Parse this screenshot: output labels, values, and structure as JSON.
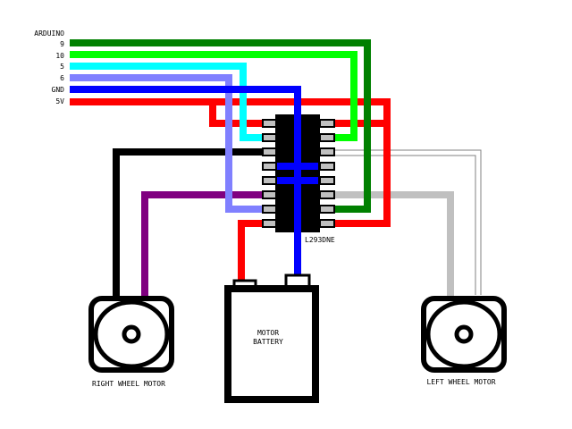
{
  "legend": {
    "title": "ARDUINO",
    "pins": [
      {
        "label": "9",
        "color": "#008000"
      },
      {
        "label": "10",
        "color": "#00ff00"
      },
      {
        "label": "5",
        "color": "#00ffff"
      },
      {
        "label": "6",
        "color": "#8080ff"
      },
      {
        "label": "GND",
        "color": "#0000ff"
      },
      {
        "label": "5V",
        "color": "#ff0000"
      }
    ]
  },
  "chip": {
    "label": "L293DNE",
    "pins_per_side": 8
  },
  "battery": {
    "line1": "MOTOR",
    "line2": "BATTERY"
  },
  "motors": {
    "right": {
      "label": "RIGHT WHEEL MOTOR"
    },
    "left": {
      "label": "LEFT WHEEL MOTOR"
    }
  },
  "colors": {
    "black_wire": "#000000",
    "purple_wire": "#800080",
    "gray_wire": "#c0c0c0",
    "thin_wire": "#808080",
    "pin": "#c0c0c0"
  }
}
